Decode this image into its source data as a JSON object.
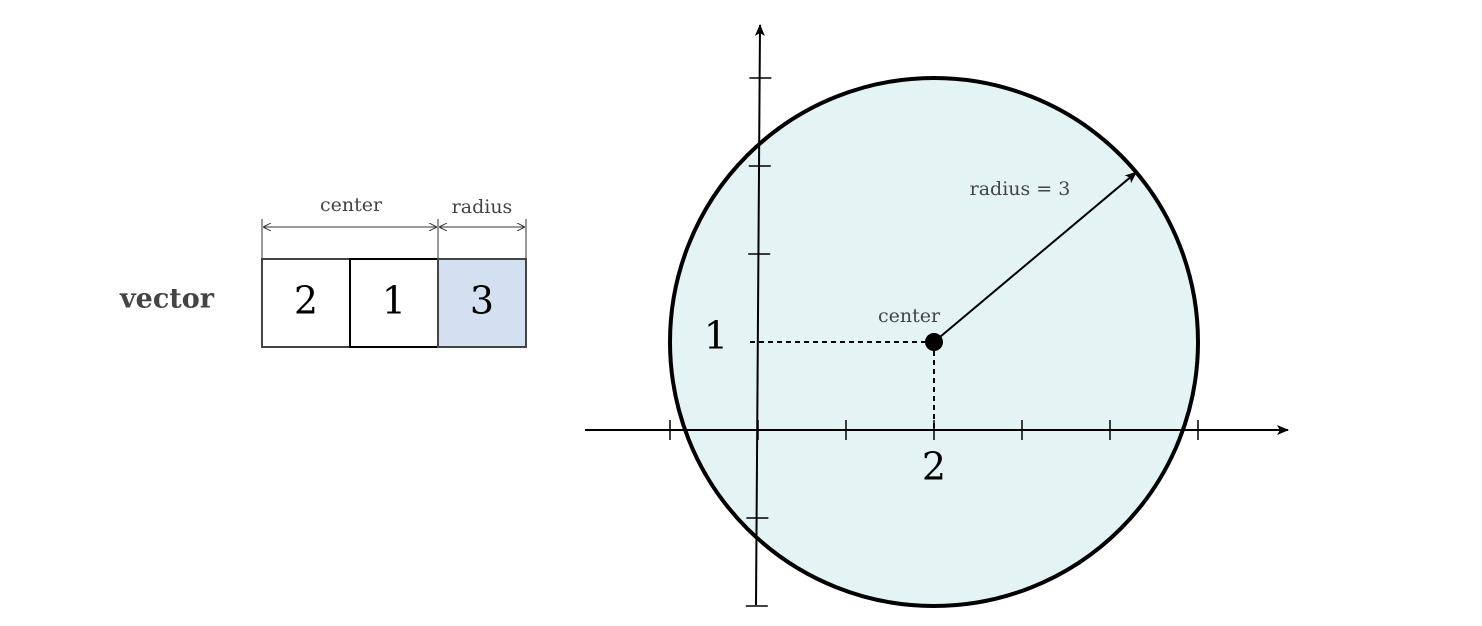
{
  "vector": {
    "label": "vector",
    "cells": [
      {
        "value": "2",
        "group": "center"
      },
      {
        "value": "1",
        "group": "center"
      },
      {
        "value": "3",
        "group": "radius"
      }
    ],
    "group_labels": {
      "center": "center",
      "radius": "radius"
    }
  },
  "plot": {
    "center": {
      "x": 2,
      "y": 1
    },
    "radius": 3,
    "x_tick_label": "2",
    "y_tick_label": "1",
    "center_label": "center",
    "radius_label": "radius = 3",
    "x_ticks": [
      -1,
      0,
      1,
      2,
      3,
      4,
      5
    ],
    "y_ticks": [
      -1,
      -2,
      2,
      3,
      4
    ]
  },
  "colors": {
    "circle_fill": "#e4f4f4",
    "radius_cell_fill": "#d3e0f2",
    "stroke": "#000000",
    "text_gray": "#444444"
  }
}
